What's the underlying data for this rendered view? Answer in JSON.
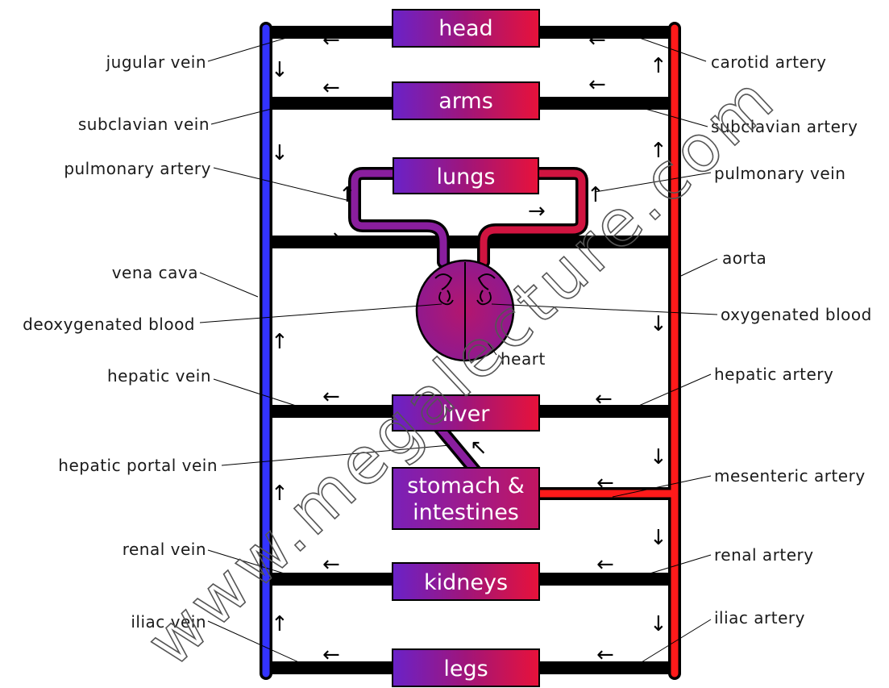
{
  "colors": {
    "vein": "#3333ff",
    "artery": "#ff1a1a",
    "mixed": "#8a1e9e",
    "outline": "#000000"
  },
  "organs": {
    "head": "head",
    "arms": "arms",
    "lungs": "lungs",
    "liver": "liver",
    "stomach_line1": "stomach &",
    "stomach_line2": "intestines",
    "kidneys": "kidneys",
    "legs": "legs"
  },
  "labels": {
    "jugular_vein": "jugular vein",
    "subclavian_vein": "subclavian  vein",
    "pulmonary_artery": "pulmonary  artery",
    "vena_cava": "vena cava",
    "deoxygenated_blood": "deoxygenated blood",
    "hepatic_vein": "hepatic vein",
    "hepatic_portal_vein": "hepatic  portal  vein",
    "renal_vein": "renal  vein",
    "iliac_vein": "iliac vein",
    "carotid_artery": "carotid  artery",
    "subclavian_artery": "subclavian  artery",
    "pulmonary_vein": "pulmonary  vein",
    "aorta": "aorta",
    "oxygenated_blood": "oxygenated blood",
    "heart": "heart",
    "hepatic_artery": "hepatic  artery",
    "mesenteric_artery": "mesenteric  artery",
    "renal_artery": "renal artery",
    "iliac_artery": "iliac  artery"
  },
  "arrows": {
    "left": "←",
    "right": "→",
    "up": "↑",
    "down": "↓",
    "up_left": "↖"
  },
  "watermark": "www.megalecture.com"
}
